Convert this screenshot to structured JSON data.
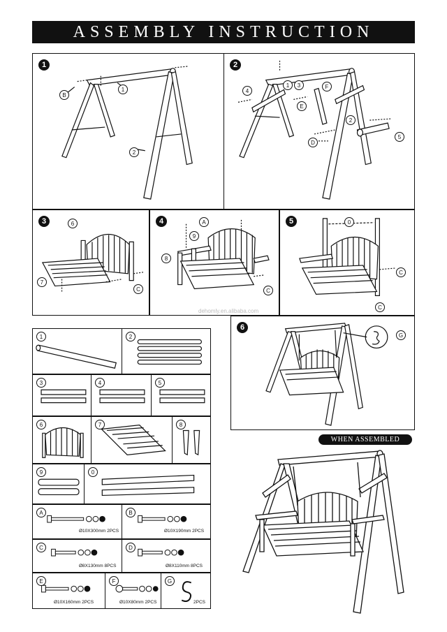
{
  "title": "ASSEMBLY INSTRUCTION",
  "steps": [
    "1",
    "2",
    "3",
    "4",
    "5",
    "6"
  ],
  "callouts": {
    "step1": [
      "1",
      "2",
      "B"
    ],
    "step2": [
      "1",
      "2",
      "3",
      "4",
      "5",
      "F",
      "E",
      "D"
    ],
    "step3": [
      "6",
      "7",
      "C"
    ],
    "step4": [
      "A",
      "8",
      "9",
      "C"
    ],
    "step5": [
      "0",
      "C",
      "C"
    ],
    "step6": [
      "G"
    ]
  },
  "parts": [
    "1",
    "2",
    "3",
    "4",
    "5",
    "6",
    "7",
    "8",
    "9",
    "0"
  ],
  "hardware": [
    {
      "id": "A",
      "spec": "Ø10X300mm 2PCS"
    },
    {
      "id": "B",
      "spec": "Ø10X190mm 2PCS"
    },
    {
      "id": "C",
      "spec": "Ø8X130mm 8PCS"
    },
    {
      "id": "D",
      "spec": "Ø8X110mm 8PCS"
    },
    {
      "id": "E",
      "spec": "Ø10X160mm 2PCS"
    },
    {
      "id": "F",
      "spec": "Ø10X80mm 2PCS"
    },
    {
      "id": "G",
      "spec": "2PCS"
    }
  ],
  "assembled_label": "WHEN ASSEMBLED",
  "watermark": "dehomly.en.alibaba.com"
}
